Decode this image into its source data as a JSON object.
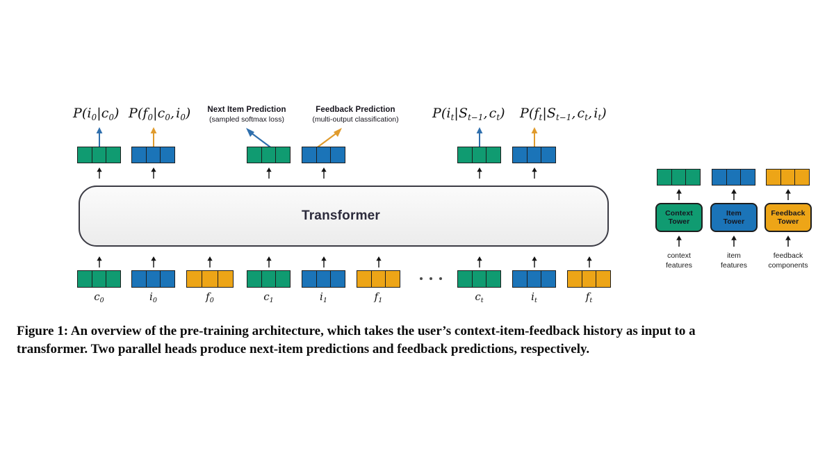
{
  "figure": {
    "transformer_label": "Transformer",
    "ellipsis": "· · ·",
    "heads": [
      {
        "id": "next-item-prediction",
        "title": "Next Item Prediction",
        "subtitle": "(sampled softmax loss)",
        "arrow_color": "#2f6fad"
      },
      {
        "id": "feedback-prediction",
        "title": "Feedback Prediction",
        "subtitle": "(multi-output classification)",
        "arrow_color": "#e09b2d"
      }
    ],
    "output_labels": [
      {
        "id": "p-i0-c0",
        "text": "P(i0|c0)",
        "color": "#2f6fad"
      },
      {
        "id": "p-f0-c0-i0",
        "text": "P(f0|c0, i0)",
        "color": "#e09b2d"
      },
      {
        "id": "p-it-st1-ct",
        "text": "P(it|St−1, ct)",
        "color": "#2f6fad"
      },
      {
        "id": "p-ft-st1-ct-it",
        "text": "P(ft|St−1, ct, it)",
        "color": "#e09b2d"
      }
    ],
    "input_tokens": [
      {
        "id": "c0",
        "label": "c0",
        "type": "context"
      },
      {
        "id": "i0",
        "label": "i0",
        "type": "item"
      },
      {
        "id": "f0",
        "label": "f0",
        "type": "feedback"
      },
      {
        "id": "c1",
        "label": "c1",
        "type": "context"
      },
      {
        "id": "i1",
        "label": "i1",
        "type": "item"
      },
      {
        "id": "f1",
        "label": "f1",
        "type": "feedback"
      },
      {
        "id": "ct",
        "label": "ct",
        "type": "context"
      },
      {
        "id": "it",
        "label": "it",
        "type": "item"
      },
      {
        "id": "ft",
        "label": "ft",
        "type": "feedback"
      }
    ],
    "towers": [
      {
        "id": "context-tower",
        "line1": "Context",
        "line2": "Tower",
        "feature1": "context",
        "feature2": "features",
        "type": "context"
      },
      {
        "id": "item-tower",
        "line1": "Item",
        "line2": "Tower",
        "feature1": "item",
        "feature2": "features",
        "type": "item"
      },
      {
        "id": "feedback-tower",
        "line1": "Feedback",
        "line2": "Tower",
        "feature1": "feedback",
        "feature2": "components",
        "type": "feedback"
      }
    ],
    "colors": {
      "context": "#109b71",
      "item": "#1b74b8",
      "feedback": "#eda517",
      "border": "#1d1d1d",
      "transformer_border": "#3b3b44",
      "transformer_text": "#2c2b3c"
    }
  },
  "caption": {
    "line1": "Figure 1: An overview of the pre-training architecture, which takes the user’s context-item-feedback history as input to a",
    "line2": "transformer. Two parallel heads produce next-item predictions and feedback predictions, respectively."
  }
}
